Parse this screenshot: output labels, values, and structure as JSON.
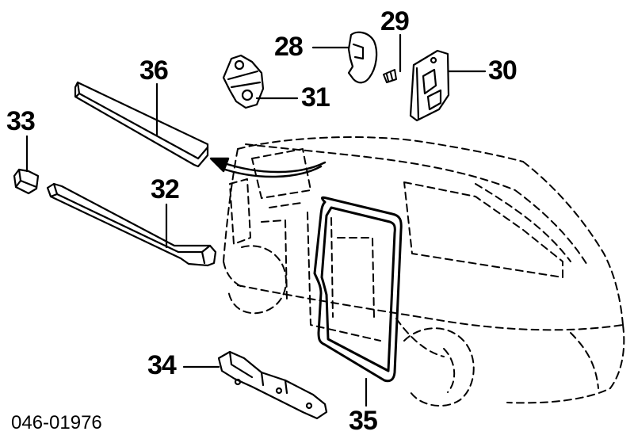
{
  "diagram": {
    "callouts": {
      "c28": "28",
      "c29": "29",
      "c30": "30",
      "c31": "31",
      "c32": "32",
      "c33": "33",
      "c34": "34",
      "c35": "35",
      "c36": "36"
    },
    "reference_code": "046-01976"
  }
}
